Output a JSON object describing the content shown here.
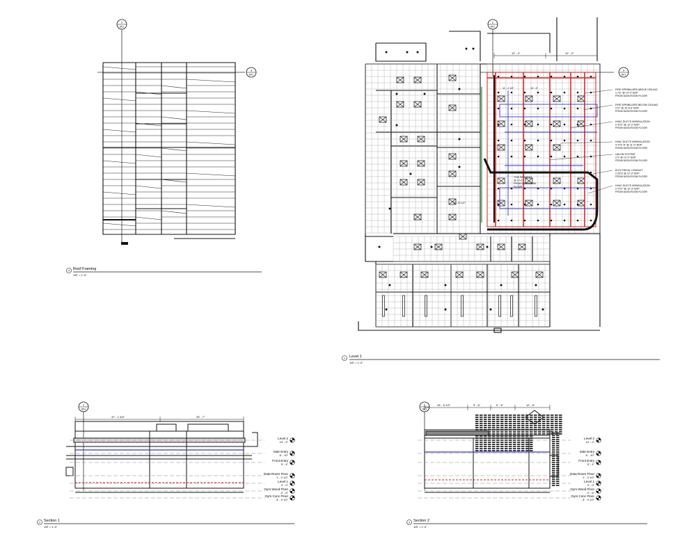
{
  "views": {
    "roof": {
      "number": "4",
      "title": "Roof Framing",
      "scale": "1/8\" = 1'-0\""
    },
    "level1": {
      "number": "1",
      "title": "Level 1",
      "scale": "1/8\" = 1'-0\""
    },
    "section1": {
      "number": "2",
      "title": "Section 1",
      "scale": "1/8\" = 1'-0\"",
      "dims": [
        "37' - 1 3/4\"",
        "33' - 7\""
      ]
    },
    "section2": {
      "number": "3",
      "title": "Section 2",
      "scale": "1/8\" = 1'-0\"",
      "dims": [
        "15' - 6 1/2\"",
        "9' - 6\"",
        "9' - 6\"",
        "12' - 6\""
      ]
    }
  },
  "section_refs": {
    "roof_top": {
      "num": "2",
      "sheet": "D01"
    },
    "roof_right": {
      "num": "3",
      "sheet": "D01"
    },
    "l1_top": {
      "num": "2",
      "sheet": "D01"
    },
    "l1_right": {
      "num": "3",
      "sheet": "D01"
    },
    "s1_top": {
      "num": "1",
      "sheet": "D01"
    },
    "s2_top": {
      "num": "1",
      "sheet": "D01"
    }
  },
  "plan_dims": [
    "12' - 0\"",
    "12' - 0\""
  ],
  "plan_room_dims": [
    "11' - 2 1/2\"",
    "10' - 0\""
  ],
  "annotations": [
    [
      "FIRE SPRINKLERS ABOVE CEILING",
      "1.7/2\" @ 14'-3\" BOP",
      "FROM DATA ROOM FLOOR"
    ],
    [
      "FIRE SPRINKLERS BELOW CEILING",
      "2\"/2\" @ 10'-6.5\" BOP",
      "FROM DATA ROOM FLOOR"
    ],
    [
      "HVAC DUCTS W/INSULATION",
      "2'-6\"/2\" @ 12'-2\" BOP",
      "FROM DATA ROOM FLOOR"
    ],
    [
      "HVAC DUCTS W/INSULATION",
      "4'-0\"/2'-6\" @ 11'-0\" BOP",
      "FROM DATA ROOM FLOOR"
    ],
    [
      "HALON SYSTEM",
      "2.5\" @ 12'-0\" BOP",
      "FROM DATA ROOM FLOOR"
    ],
    [
      "ELECTRICAL CONDUIT",
      "2.25\"/2 @ 12'-3\" BOP",
      "FROM DATA ROOM FLOOR"
    ],
    [
      "HVAC DUCTS W/INSULATION",
      "2'-0\"/2\" @ 12'-3\" BOP",
      "FROM DATA ROOM FLOOR"
    ]
  ],
  "grid_segment": [
    "THIS SEGMENT",
    "@ 12'-0\"",
    "FROM DATA ROOM",
    "FLOOR"
  ],
  "grid_dim": "8' - 10 1/2\"",
  "levels": [
    {
      "name": "Level 2",
      "elev": "14' - 2\""
    },
    {
      "name": "Side Entry",
      "elev": "6' - 10\""
    },
    {
      "name": "Front Entry",
      "elev": "5' - 4\""
    },
    {
      "name": "Data Room Floor",
      "elev": "1' - 0 1/2\""
    },
    {
      "name": "Level 1",
      "elev": "0' - 0\""
    },
    {
      "name": "Gym Wood Floor",
      "elev": "-2' - 6\""
    },
    {
      "name": "Gym Conc Floor",
      "elev": "-3' - 9 1/2\""
    }
  ],
  "colors": {
    "line": "#1a1a1a",
    "red": "#d41c1c",
    "blue": "#3535c8",
    "green": "#2c9a3c",
    "hatch": "#3a3a3a"
  }
}
